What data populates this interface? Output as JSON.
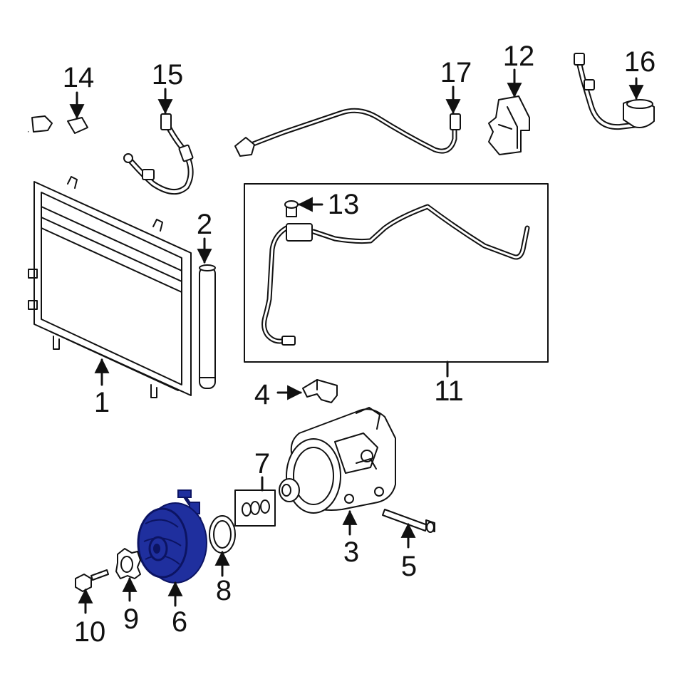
{
  "callouts": [
    {
      "id": "1",
      "label": "1"
    },
    {
      "id": "2",
      "label": "2"
    },
    {
      "id": "3",
      "label": "3"
    },
    {
      "id": "4",
      "label": "4"
    },
    {
      "id": "5",
      "label": "5"
    },
    {
      "id": "6",
      "label": "6"
    },
    {
      "id": "7",
      "label": "7"
    },
    {
      "id": "8",
      "label": "8"
    },
    {
      "id": "9",
      "label": "9"
    },
    {
      "id": "10",
      "label": "10"
    },
    {
      "id": "11",
      "label": "11"
    },
    {
      "id": "12",
      "label": "12"
    },
    {
      "id": "13",
      "label": "13"
    },
    {
      "id": "14",
      "label": "14"
    },
    {
      "id": "15",
      "label": "15"
    },
    {
      "id": "16",
      "label": "16"
    },
    {
      "id": "17",
      "label": "17"
    }
  ],
  "colors": {
    "line": "#111111",
    "highlight": "#1f2f9e",
    "highlight_dark": "#0c1463",
    "background": "#ffffff"
  }
}
